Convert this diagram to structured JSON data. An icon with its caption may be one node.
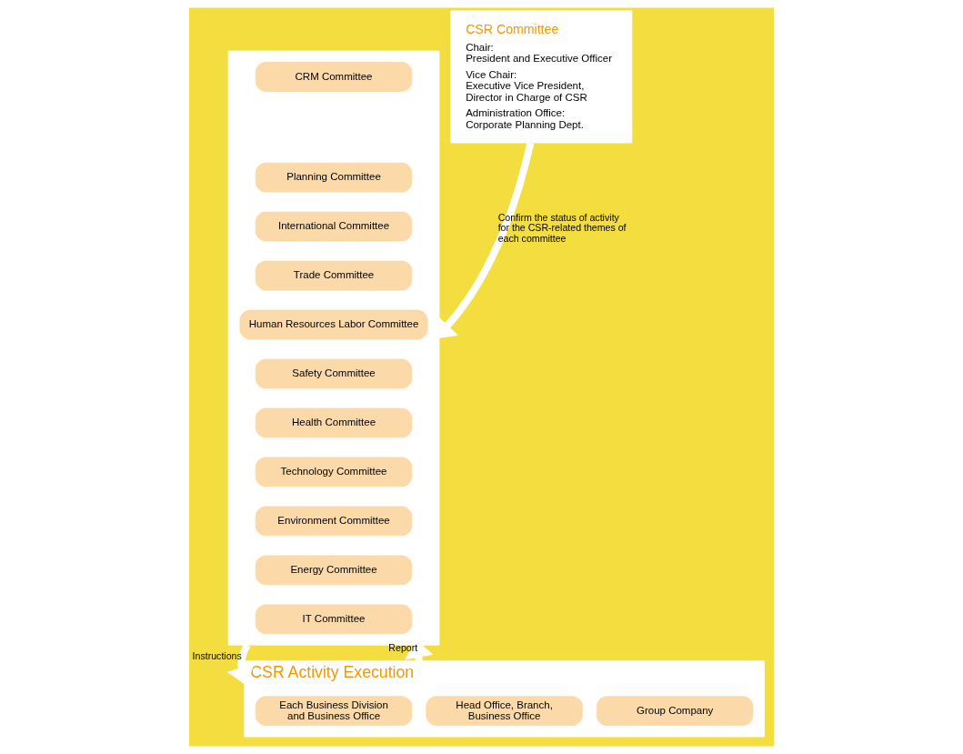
{
  "diagram": {
    "nodes": [
      {
        "text": [],
        "shape": "box"
      },
      {
        "text": [
          "CRM Committee"
        ],
        "in": 0
      },
      {
        "text": [
          "Planning Committee"
        ],
        "in": 0
      },
      {
        "text": [
          "International Committee"
        ],
        "in": 0
      },
      {
        "text": [
          "Trade Committee"
        ],
        "in": 0
      },
      {
        "text": [
          "Human Resources Labor Committee"
        ],
        "in": 0
      },
      {
        "text": [
          "Safety Committee"
        ],
        "in": 0
      },
      {
        "text": [
          "Health Committee"
        ],
        "in": 0
      },
      {
        "text": [
          "Technology Committee"
        ],
        "in": 0
      },
      {
        "text": [
          "Environment Committee"
        ],
        "in": 0
      },
      {
        "text": [
          "Energy Committee"
        ],
        "in": 0
      },
      {
        "text": [
          "IT Committee"
        ],
        "in": 0
      },
      {
        "text": [
          "CSR Committee",
          "Chair: President and Executive Officer",
          "Vice Chair: Executive Vice President, Director in Charge of CSR",
          "Administration Office: Corporate Planning Dept."
        ]
      },
      {
        "text": [
          "CSR Activity Execution"
        ]
      },
      {
        "text": [
          "Each Business Division and Business Office"
        ],
        "in": 13
      },
      {
        "text": [
          "Head Office, Branch, Business Office"
        ],
        "in": 13
      },
      {
        "text": [
          "Group Company"
        ],
        "in": 13
      }
    ],
    "edges": [
      {
        "from": 12,
        "to": 0,
        "arrow": "to",
        "label": "Confirm the status of activity for the CSR-related themes of each committee"
      },
      {
        "from": 0,
        "to": 13,
        "arrow": "to",
        "label": "Instructions"
      },
      {
        "from": 13,
        "to": 0,
        "arrow": "to",
        "label": "Report"
      }
    ]
  }
}
